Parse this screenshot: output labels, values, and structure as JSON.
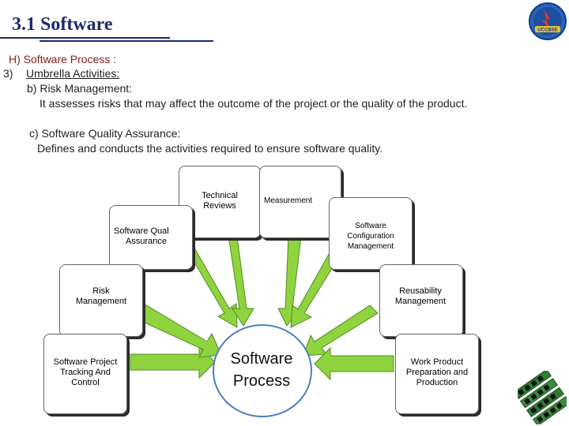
{
  "header": {
    "title": "3.1 Software"
  },
  "logo": {
    "text": "UCCBSE",
    "icon": "university-logo-icon"
  },
  "content": {
    "line1": "H) Software Process :",
    "line2_num": "3)",
    "line2_text": "Umbrella Activities:",
    "line3": "b) Risk Management:",
    "line4": "It assesses risks that may affect the outcome of the project or the quality of the product.",
    "line5": "c) Software Quality Assurance:",
    "line6": "Defines and conducts the activities required to ensure software quality."
  },
  "diagram": {
    "center": [
      "Software",
      "Process"
    ],
    "boxes": {
      "technical_reviews": [
        "Technical",
        "Reviews"
      ],
      "measurement": [
        "Measurement"
      ],
      "sqa": [
        "Software Qual",
        "Assurance"
      ],
      "scm": [
        "Software",
        "Configuration",
        "Management"
      ],
      "risk": [
        "Risk",
        "Management"
      ],
      "reusability": [
        "Reusability",
        "Management"
      ],
      "tracking": [
        "Software Project",
        "Tracking And",
        "Control"
      ],
      "work_product": [
        "Work Product",
        "Preparation and",
        "Production"
      ]
    }
  },
  "colors": {
    "arrow": "#8fd33f",
    "arrow_stroke": "#4e8c1e",
    "title": "#1f2a6b",
    "accent_red": "#8b1a1a"
  },
  "decor": {
    "memory_chips_icon": "memory-chips-icon"
  }
}
